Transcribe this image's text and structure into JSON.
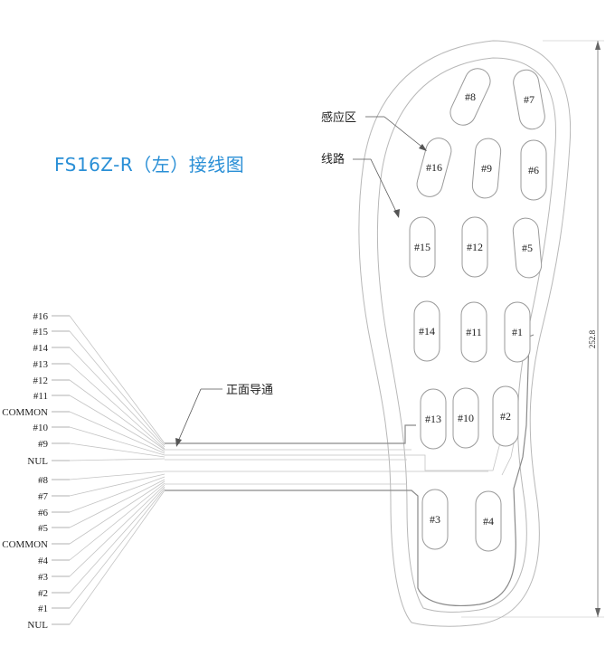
{
  "title": "FS16Z-R（左）接线图",
  "annotations": {
    "sensing_area": "感应区",
    "trace": "线路",
    "front_conduction": "正面导通",
    "dimension": "252.8"
  },
  "sensors": [
    "#8",
    "#7",
    "#16",
    "#9",
    "#6",
    "#15",
    "#12",
    "#5",
    "#14",
    "#11",
    "#1",
    "#13",
    "#10",
    "#2",
    "#3",
    "#4"
  ],
  "pins": [
    "#16",
    "#15",
    "#14",
    "#13",
    "#12",
    "#11",
    "COMMON",
    "#10",
    "#9",
    "NUL",
    "#8",
    "#7",
    "#6",
    "#5",
    "COMMON",
    "#4",
    "#3",
    "#2",
    "#1",
    "NUL"
  ]
}
